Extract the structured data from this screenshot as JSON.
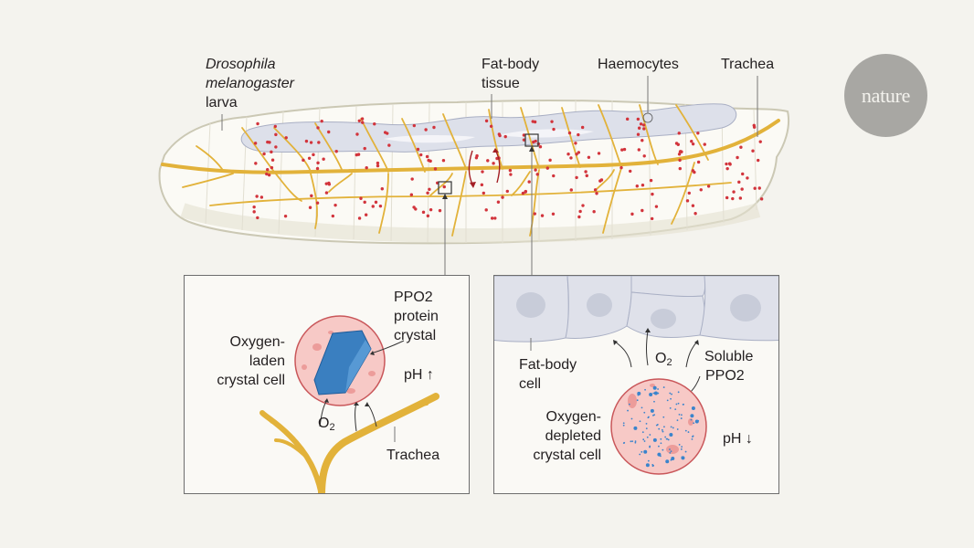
{
  "title": "Drosophila melanogaster larva crystal cell oxygen diagram",
  "logo": {
    "text": "nature"
  },
  "overview": {
    "species_line1": "Drosophila",
    "species_line2": "melanogaster",
    "species_line3": "larva",
    "fat_body_line1": "Fat-body",
    "fat_body_line2": "tissue",
    "haemocytes": "Haemocytes",
    "trachea": "Trachea"
  },
  "left_panel": {
    "cell_line1": "Oxygen-",
    "cell_line2": "laden",
    "cell_line3": "crystal cell",
    "crystal_line1": "PPO2",
    "crystal_line2": "protein",
    "crystal_line3": "crystal",
    "ph": "pH ↑",
    "o2_base": "O",
    "o2_sub": "2",
    "trachea": "Trachea"
  },
  "right_panel": {
    "fat_cell_line1": "Fat-body",
    "fat_cell_line2": "cell",
    "cell_line1": "Oxygen-",
    "cell_line2": "depleted",
    "cell_line3": "crystal cell",
    "soluble_line1": "Soluble",
    "soluble_line2": "PPO2",
    "ph": "pH ↓",
    "o2_base": "O",
    "o2_sub": "2"
  },
  "colors": {
    "background": "#f4f3ee",
    "trachea": "#e2b23a",
    "haemocyte": "#d2343c",
    "fat_body": "#dcdfe8",
    "cell_fill": "#f7c9c6",
    "cell_edge": "#c9575a",
    "crystal": "#3a7fc0"
  }
}
